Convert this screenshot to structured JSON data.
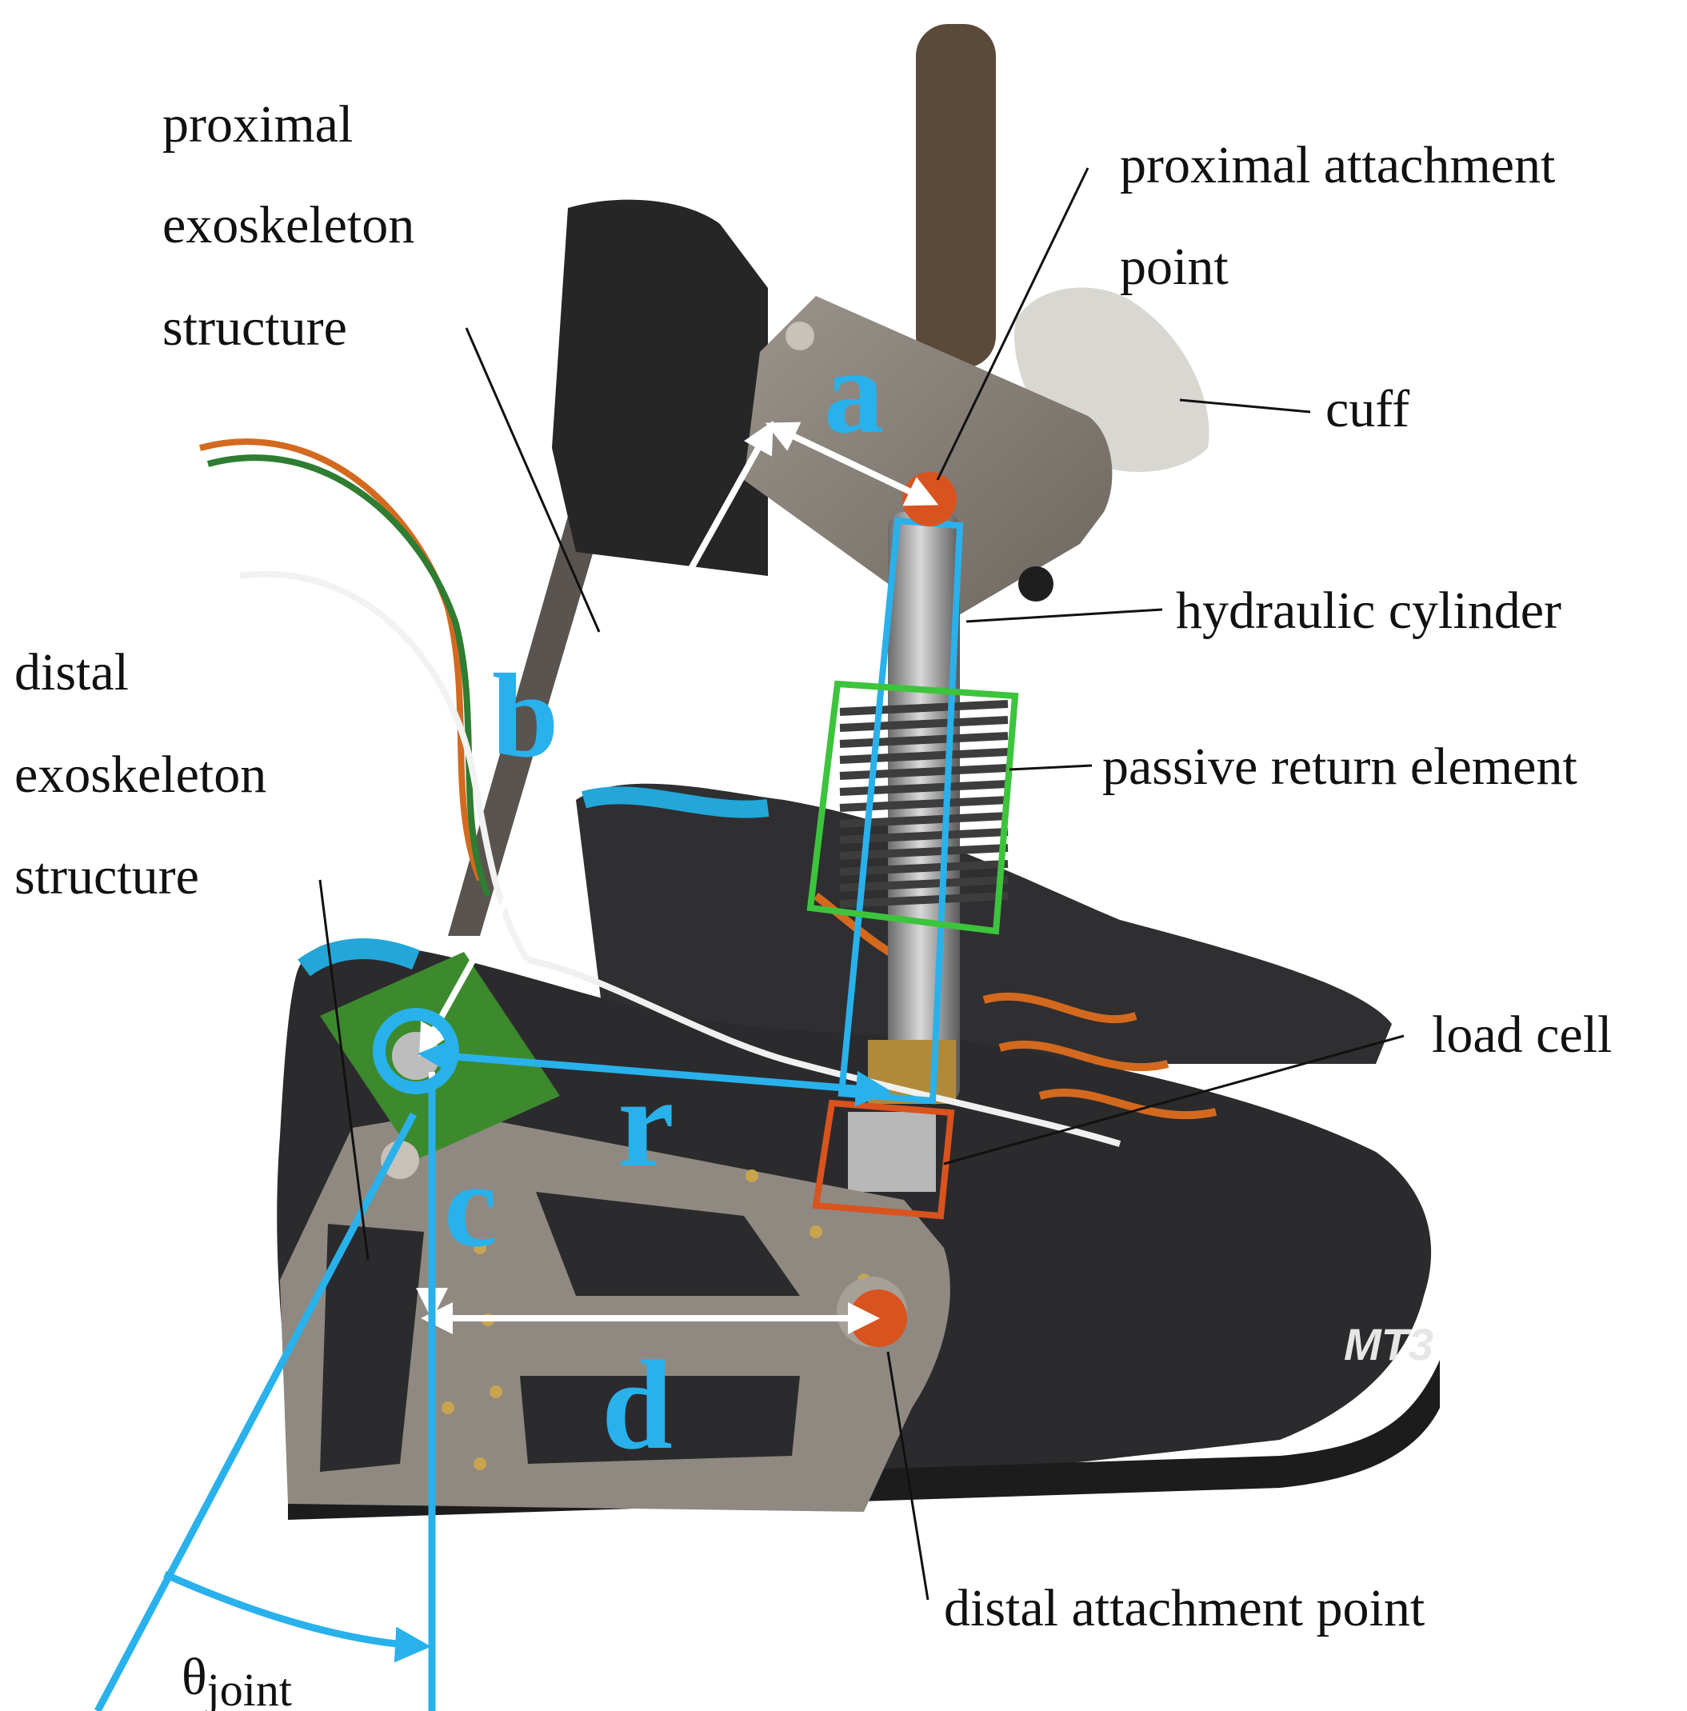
{
  "colors": {
    "accent_blue": "#29b1ec",
    "attachment_orange": "#d9531e",
    "spring_green": "#3cc43c",
    "load_cell_orange": "#d9531e",
    "vector_white": "#ffffff",
    "shoe_dark": "#2b2b2d"
  },
  "labels": {
    "proximal_structure": [
      "proximal",
      "exoskeleton",
      "structure"
    ],
    "distal_structure": [
      "distal",
      "exoskeleton",
      "structure"
    ],
    "proximal_attachment": [
      "proximal attachment",
      "point"
    ],
    "cuff": "cuff",
    "hydraulic_cylinder": "hydraulic cylinder",
    "passive_return_element": "passive return element",
    "load_cell": "load cell",
    "distal_attachment": "distal attachment point"
  },
  "vectors": {
    "a": "a",
    "b": "b",
    "c": "c",
    "d": "d",
    "r": "r"
  },
  "angle": {
    "symbol": "θ",
    "subscript": "joint"
  },
  "shoe_brand": "MT3"
}
